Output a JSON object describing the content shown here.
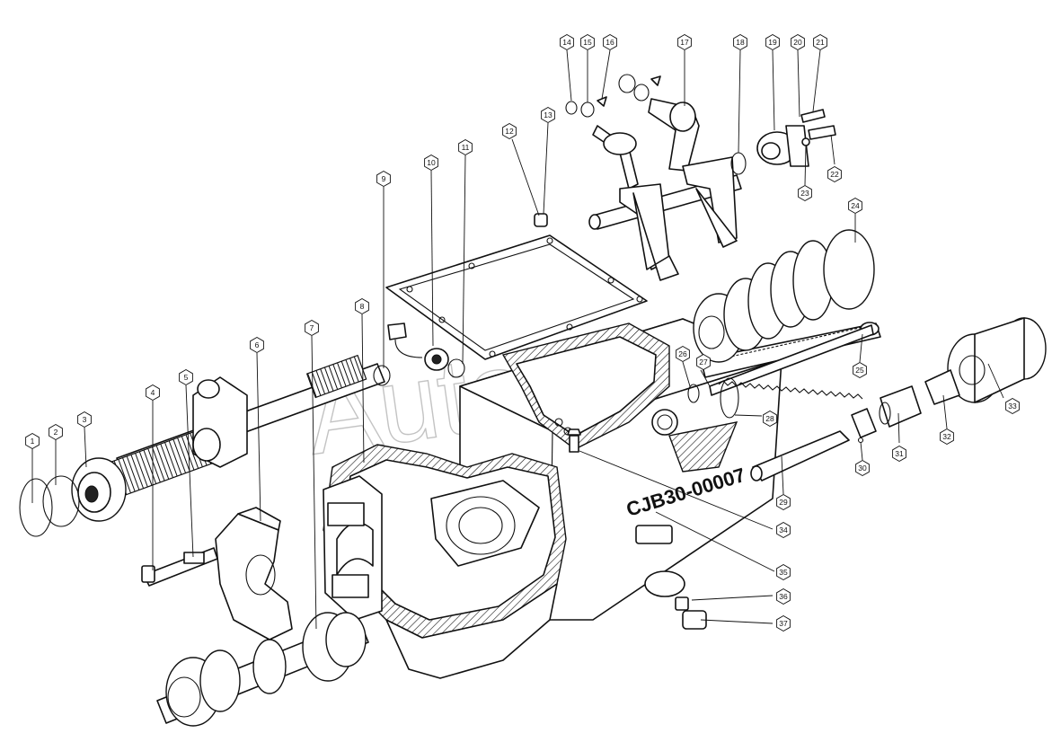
{
  "diagram": {
    "housing_marking": "CJB30-00007",
    "watermark": "AutoSoft",
    "callouts": [
      "1",
      "2",
      "3",
      "4",
      "5",
      "6",
      "7",
      "8",
      "9",
      "10",
      "11",
      "12",
      "13",
      "14",
      "15",
      "16",
      "17",
      "18",
      "19",
      "20",
      "21",
      "22",
      "23",
      "24",
      "25",
      "26",
      "27",
      "28",
      "29",
      "30",
      "31",
      "32",
      "33",
      "34",
      "35",
      "36",
      "37"
    ]
  }
}
